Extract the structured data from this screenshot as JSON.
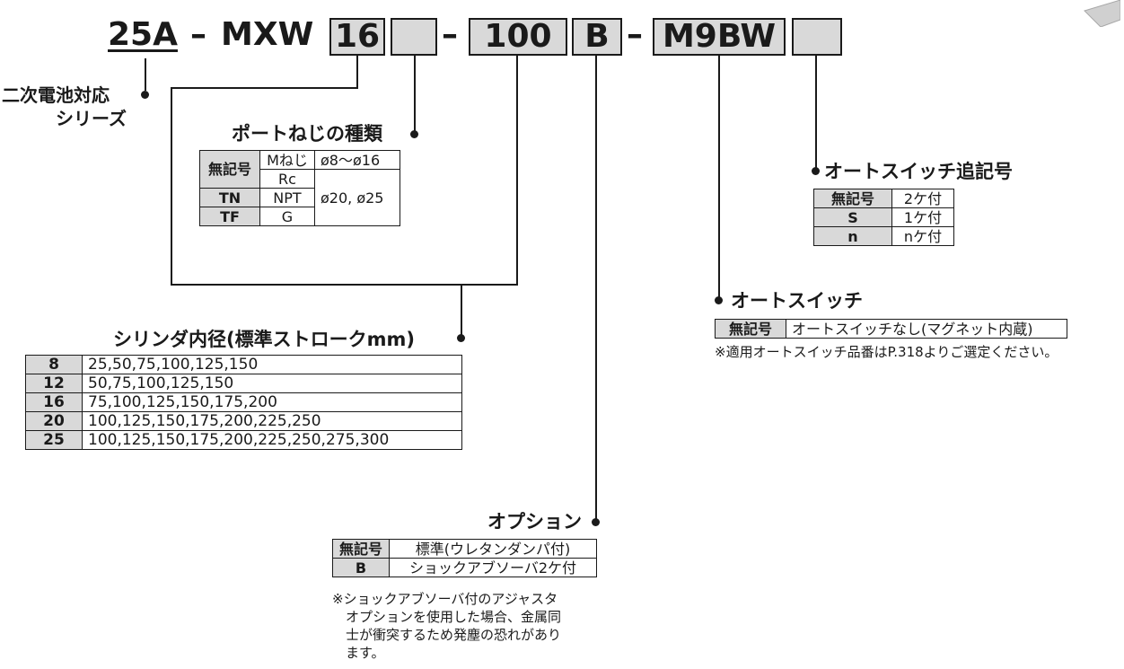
{
  "model_code": {
    "prefix": "25A",
    "dash1": "–",
    "series": "MXW",
    "bore": "16",
    "port_blank": "",
    "dash2": "–",
    "stroke": "100",
    "option": "B",
    "dash3": "–",
    "switch": "M9BW",
    "switch_count_blank": ""
  },
  "series_label": {
    "line1": "二次電池対応",
    "line2": "シリーズ"
  },
  "port_thread": {
    "title": "ポートねじの種類",
    "rows": [
      {
        "key": "無記号",
        "type": "Mねじ",
        "size": "ø8〜ø16"
      },
      {
        "key": "",
        "type": "Rc",
        "size": ""
      },
      {
        "key": "TN",
        "type": "NPT",
        "size": "ø20, ø25"
      },
      {
        "key": "TF",
        "type": "G",
        "size": ""
      }
    ]
  },
  "bore_stroke": {
    "title": "シリンダ内径(標準ストロークmm)",
    "rows": [
      {
        "bore": "8",
        "strokes": "25,50,75,100,125,150"
      },
      {
        "bore": "12",
        "strokes": "50,75,100,125,150"
      },
      {
        "bore": "16",
        "strokes": "75,100,125,150,175,200"
      },
      {
        "bore": "20",
        "strokes": "100,125,150,175,200,225,250"
      },
      {
        "bore": "25",
        "strokes": "100,125,150,175,200,225,250,275,300"
      }
    ]
  },
  "switch_count": {
    "title": "オートスイッチ追記号",
    "rows": [
      {
        "key": "無記号",
        "value": "2ケ付"
      },
      {
        "key": "S",
        "value": "1ケ付"
      },
      {
        "key": "n",
        "value": "nケ付"
      }
    ]
  },
  "auto_switch": {
    "title": "オートスイッチ",
    "key": "無記号",
    "value": "オートスイッチなし(マグネット内蔵)",
    "note": "※適用オートスイッチ品番はP.318よりご選定ください。"
  },
  "option": {
    "title": "オプション",
    "rows": [
      {
        "key": "無記号",
        "value": "標準(ウレタンダンパ付)"
      },
      {
        "key": "B",
        "value": "ショックアブソーバ2ケ付"
      }
    ],
    "note": "※ショックアブソーバ付のアジャスタ\n　オプションを使用した場合、金属同\n　士が衝突するため発塵の恐れがあり\n　ます。"
  },
  "colors": {
    "box_fill": "#d9d9d9",
    "ink": "#1a1a1a"
  }
}
